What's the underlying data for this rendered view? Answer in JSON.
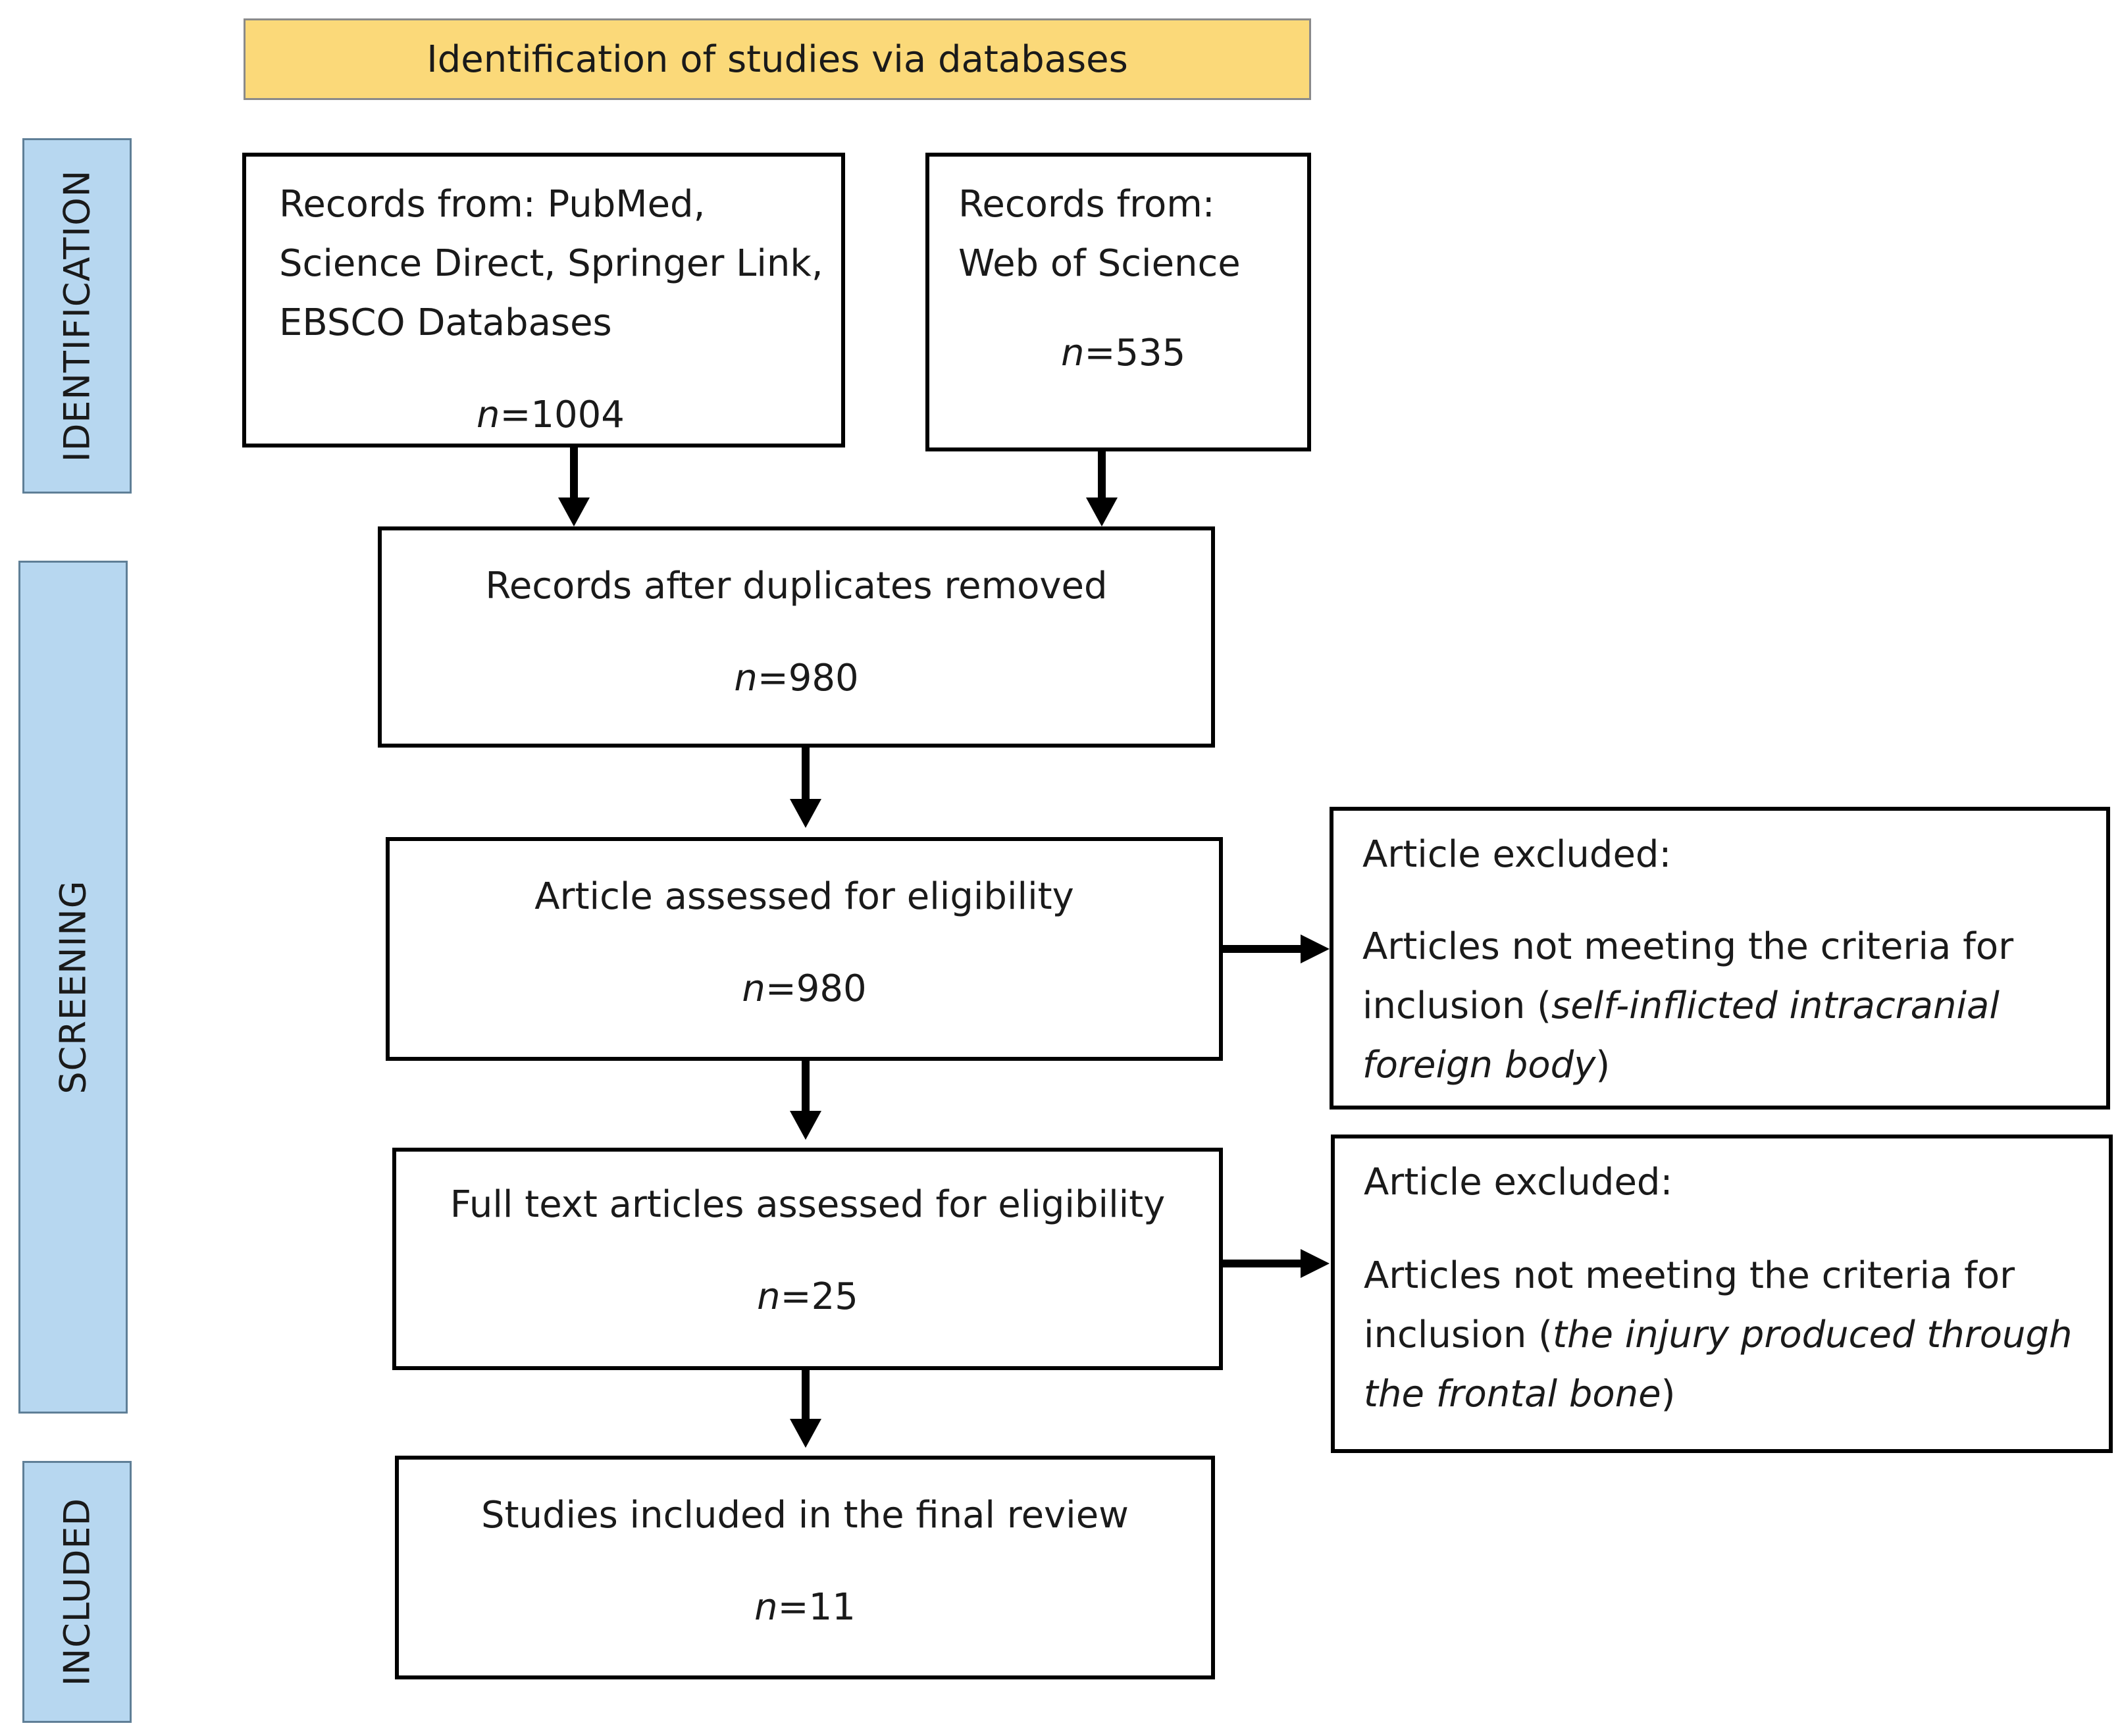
{
  "header": {
    "title": "Identification of studies via databases"
  },
  "phases": {
    "identification": "IDENTIFICATION",
    "screening": "SCREENING",
    "included": "INCLUDED"
  },
  "boxes": {
    "records_main": {
      "line1": "Records from: PubMed,",
      "line2": "Science Direct, Springer Link,",
      "line3": "EBSCO Databases",
      "n_label": "n",
      "n_value": "=1004"
    },
    "records_wos": {
      "line1": "Records from:",
      "line2": "Web of Science",
      "n_label": "n",
      "n_value": "=535"
    },
    "after_duplicates": {
      "title": "Records after duplicates removed",
      "n_label": "n",
      "n_value": "=980"
    },
    "assessed": {
      "title": "Article assessed for eligibility",
      "n_label": "n",
      "n_value": "=980"
    },
    "excluded_1": {
      "title": "Article excluded:",
      "line1": "Articles not meeting the criteria for",
      "line2_plain": "inclusion (",
      "line2_italic": "self-inflicted intracranial",
      "line3_italic": "foreign body",
      "line3_plain": ")"
    },
    "full_text": {
      "title": "Full text articles assessed for eligibility",
      "n_label": "n",
      "n_value": "=25"
    },
    "excluded_2": {
      "title": "Article excluded:",
      "line1": "Articles not meeting the criteria for",
      "line2_plain": "inclusion (",
      "line2_italic": "the injury produced through",
      "line3_italic": "the frontal bone",
      "line3_plain": ")"
    },
    "included": {
      "title": "Studies included in the final review",
      "n_label": "n",
      "n_value": "=11"
    }
  }
}
